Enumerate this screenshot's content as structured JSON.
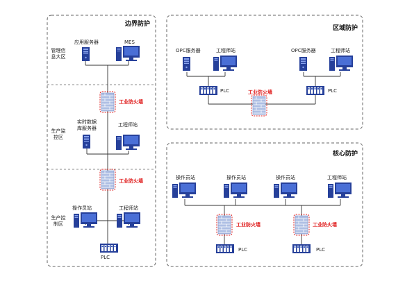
{
  "colors": {
    "device_dark": "#26409a",
    "device_mid": "#3c5fc0",
    "screen": "#4a6fd6",
    "firewall_red": "#e02020",
    "dashed_border": "#666666",
    "line": "#333333"
  },
  "panels": {
    "boundary": {
      "title": "边界防护",
      "zones": {
        "management": "管理信息大区",
        "monitoring": "生产监控区",
        "control": "生产控制区"
      },
      "devices": {
        "app_server": "应用服务器",
        "mes": "MES",
        "firewall_1": "工业防火墙",
        "realtime_db": "实时数据库服务器",
        "engineer_1": "工程师站",
        "firewall_2": "工业防火墙",
        "operator": "操作员站",
        "engineer_2": "工程师站",
        "plc": "PLC"
      }
    },
    "regional": {
      "title": "区域防护",
      "devices": {
        "opc_1": "OPC服务器",
        "engineer_1": "工程师站",
        "opc_2": "OPC服务器",
        "engineer_2": "工程师站",
        "plc_1": "PLC",
        "plc_2": "PLC",
        "firewall": "工业防火墙"
      }
    },
    "core": {
      "title": "核心防护",
      "devices": {
        "operator_1": "操作员站",
        "operator_2": "操作员站",
        "operator_3": "操作员站",
        "engineer": "工程师站",
        "firewall_1": "工业防火墙",
        "firewall_2": "工业防火墙",
        "plc_1": "PLC",
        "plc_2": "PLC"
      }
    }
  }
}
